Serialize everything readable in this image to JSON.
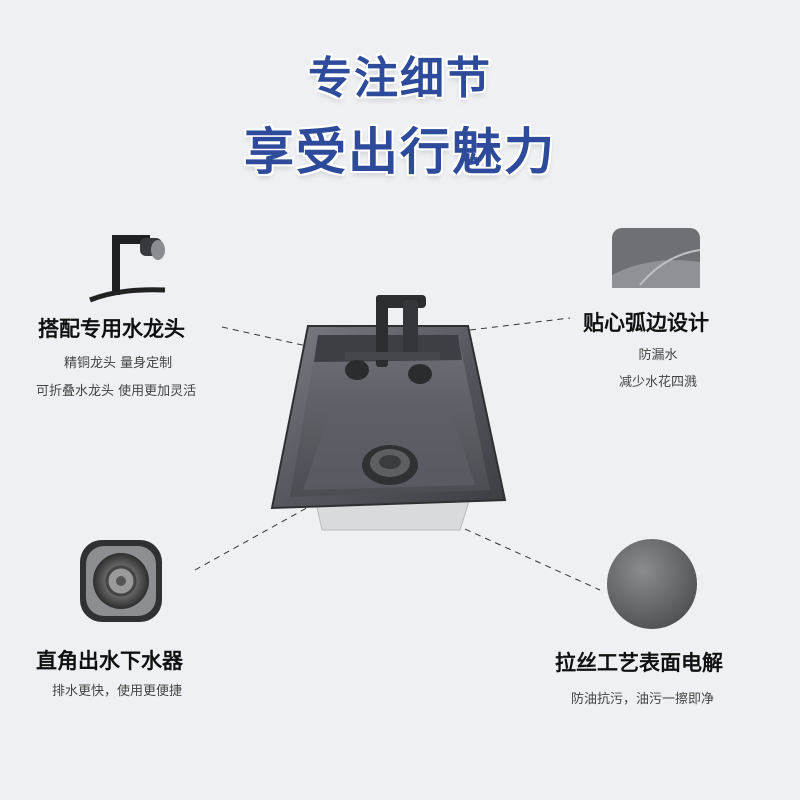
{
  "headline": {
    "line1": "专注细节",
    "line2": "享受出行魅力"
  },
  "features": {
    "faucet": {
      "title": "搭配专用水龙头",
      "line1": "精铜龙头 量身定制",
      "line2": "可折叠水龙头 使用更加灵活",
      "icon": "faucet-icon"
    },
    "edge": {
      "title": "贴心弧边设计",
      "line1": "防漏水",
      "line2": "减少水花四溅",
      "icon": "curved-edge-icon"
    },
    "drain": {
      "title": "直角出水下水器",
      "line1": "排水更快，使用更便捷",
      "icon": "drain-icon"
    },
    "finish": {
      "title": "拉丝工艺表面电解",
      "line1": "防油抗污，油污一擦即净",
      "icon": "brushed-surface-icon"
    }
  },
  "colors": {
    "title": "#2d4b9a",
    "background": "#eef0f3",
    "sink": "#5a5e64"
  }
}
